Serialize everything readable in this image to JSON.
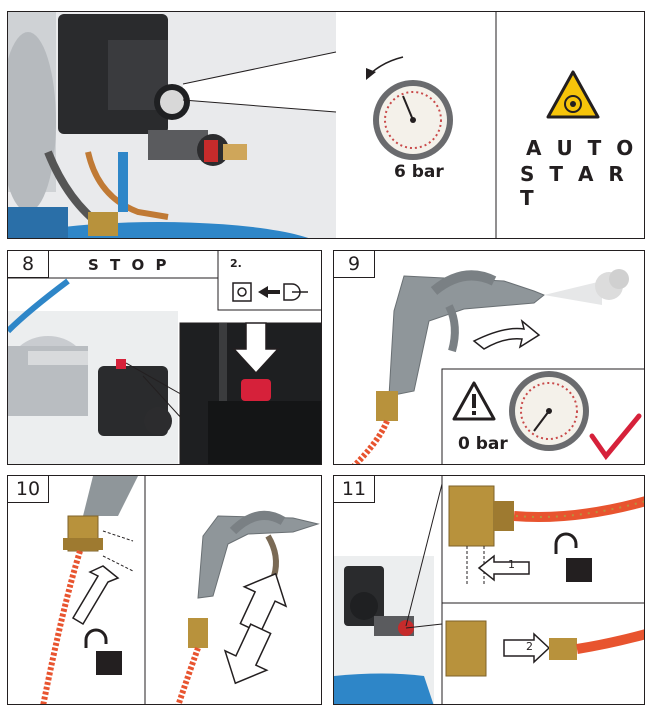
{
  "panel7": {
    "gauge_value": "6 bar",
    "auto_line1": "A U T O",
    "auto_line2": "S T A R T"
  },
  "panel8": {
    "number": "8",
    "stop_label": "S T O P",
    "step": "2."
  },
  "panel9": {
    "number": "9",
    "gauge_value": "0 bar"
  },
  "panel10": {
    "number": "10"
  },
  "panel11": {
    "number": "11",
    "step1": "1",
    "step2": "2"
  },
  "colors": {
    "hose": "#e8542f",
    "tank": "#2e86c8",
    "warning": "#f6c40a",
    "check": "#d6213a",
    "gun": "#8f969a",
    "brass": "#b8923c"
  }
}
